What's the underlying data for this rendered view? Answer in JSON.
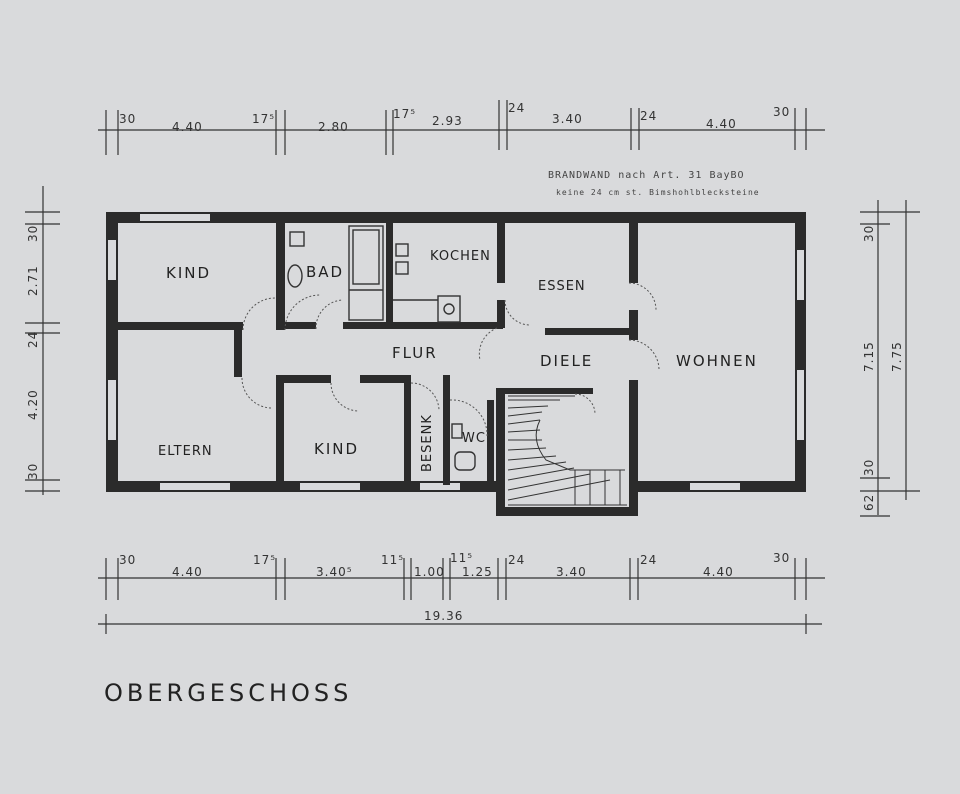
{
  "plan": {
    "title": "OBERGESCHOSS",
    "stamp_line1": "BRANDWAND nach Art. 31 BayBO",
    "stamp_line2": "keine 24 cm st. Bimshohlblecksteine"
  },
  "rooms": {
    "kind_top": "KIND",
    "bad": "BAD",
    "kochen": "KOCHEN",
    "essen": "ESSEN",
    "flur": "FLUR",
    "diele": "DIELE",
    "wohnen": "WOHNEN",
    "eltern": "ELTERN",
    "kind_bottom": "KIND",
    "besenk": "BESENK",
    "wc": "WC"
  },
  "dimensions": {
    "top": [
      "30",
      "4.40",
      "17⁵",
      "2.80",
      "17⁵",
      "2.93",
      "24",
      "3.40",
      "24",
      "4.40",
      "30"
    ],
    "bottom": [
      "30",
      "4.40",
      "17⁵",
      "3.40⁵",
      "11⁵",
      "1.00",
      "11⁵",
      "1.25",
      "24",
      "3.40",
      "24",
      "4.40",
      "30"
    ],
    "total": "19.36",
    "left": [
      "30",
      "2.71",
      "24",
      "4.20",
      "30"
    ],
    "right_inner": [
      "30",
      "7.15",
      "30",
      "62"
    ],
    "right_outer": [
      "7.75"
    ]
  }
}
